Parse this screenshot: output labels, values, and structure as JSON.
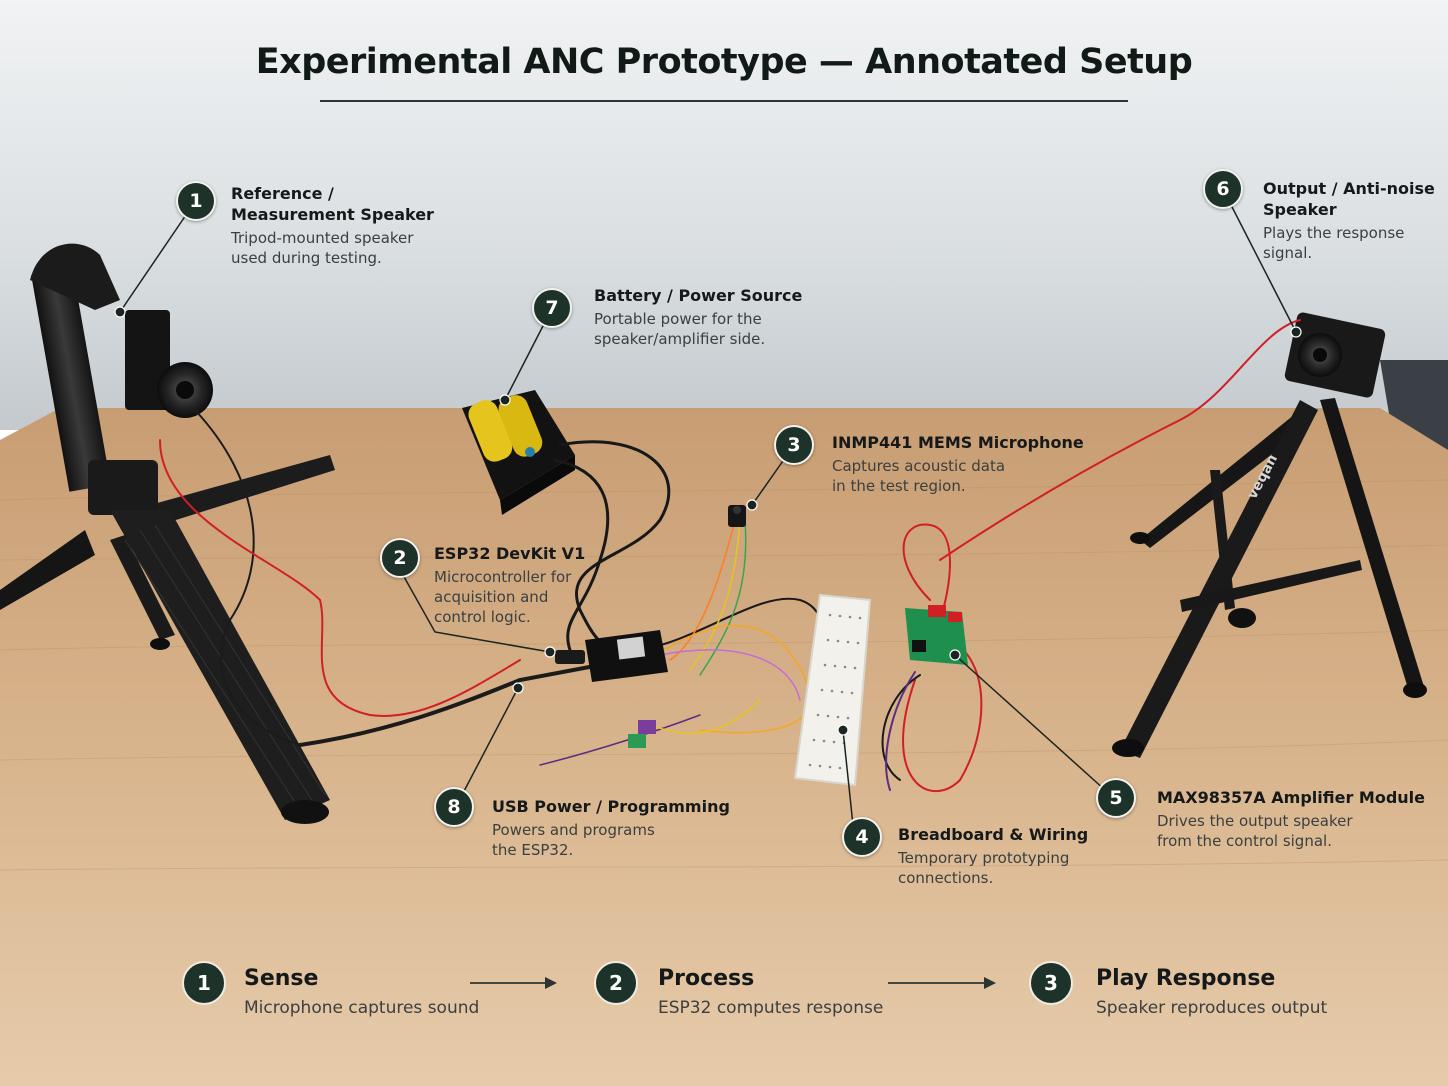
{
  "title": "Experimental ANC Prototype — Annotated Setup",
  "colors": {
    "badge": "#1d3329",
    "wall": "#d9dde0",
    "table": "#d2ac82",
    "wire_red": "#d11f24"
  },
  "callouts": [
    {
      "num": "1",
      "title": "Reference / Measurement Speaker",
      "desc": "Tripod-mounted speaker used during testing."
    },
    {
      "num": "2",
      "title": "ESP32 DevKit V1",
      "desc": "Microcontroller for acquisition and control logic."
    },
    {
      "num": "3",
      "title": "INMP441 MEMS Microphone",
      "desc": "Captures acoustic data in the test region."
    },
    {
      "num": "4",
      "title": "Breadboard & Wiring",
      "desc": "Temporary prototyping connections."
    },
    {
      "num": "5",
      "title": "MAX98357A Amplifier Module",
      "desc": "Drives the output speaker from the control signal."
    },
    {
      "num": "6",
      "title": "Output / Anti-noise Speaker",
      "desc": "Plays the response signal."
    },
    {
      "num": "7",
      "title": "Battery / Power Source",
      "desc": "Portable power for the speaker/amplifier side."
    },
    {
      "num": "8",
      "title": "USB Power / Programming",
      "desc": "Powers and programs the ESP32."
    }
  ],
  "tripod_brand": "veqan",
  "flow": [
    {
      "num": "1",
      "title": "Sense",
      "desc": "Microphone captures sound"
    },
    {
      "num": "2",
      "title": "Process",
      "desc": "ESP32 computes response"
    },
    {
      "num": "3",
      "title": "Play Response",
      "desc": "Speaker reproduces output"
    }
  ]
}
